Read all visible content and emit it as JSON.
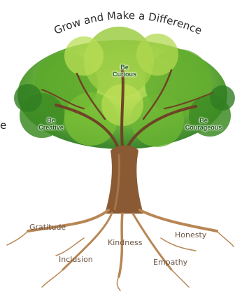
{
  "banner": {
    "text": "Grow and Make a Difference"
  },
  "traits": {
    "curious": {
      "line1": "Be",
      "line2": "Curious"
    },
    "creative": {
      "line1": "Be",
      "line2": "Creative"
    },
    "courageous": {
      "line1": "Be",
      "line2": "Courageous"
    }
  },
  "roots": {
    "gratitude": "Gratitude",
    "kindness": "Kindness",
    "honesty": "Honesty",
    "inclusion": "Inclusion",
    "empathy": "Empathy"
  },
  "edge_fragment": "e",
  "colors": {
    "foliage_dark": "#2e7d1f",
    "foliage_mid": "#5fae2e",
    "foliage_light": "#b5d94a",
    "trunk": "#8a5a34",
    "roots": "#b88654",
    "text_dark": "#1f5a18",
    "root_text": "#6a5443"
  }
}
